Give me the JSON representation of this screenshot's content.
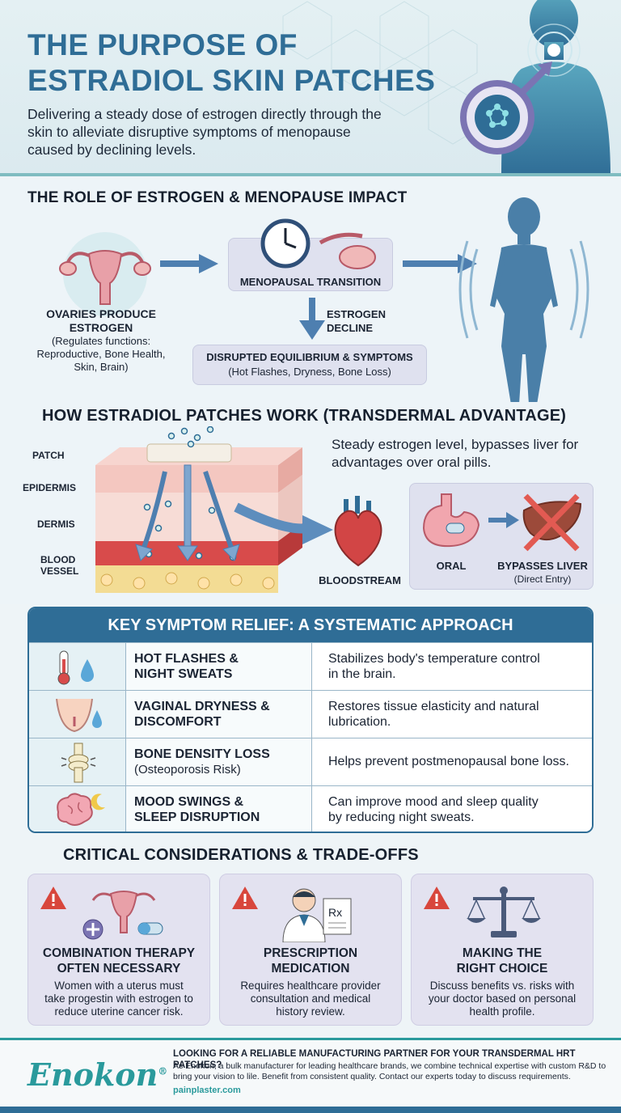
{
  "header": {
    "title": "THE PURPOSE OF ESTRADIOL SKIN PATCHES",
    "subtitle": "Delivering a steady dose of estrogen directly through the skin to alleviate disruptive symptoms of menopause caused by declining levels."
  },
  "role_section": {
    "title": "THE ROLE OF ESTROGEN & MENOPAUSE IMPACT",
    "ovaries_label": "OVARIES PRODUCE ESTROGEN",
    "ovaries_desc": "(Regulates functions: Reproductive, Bone Health, Skin, Brain)",
    "transition_label": "MENOPAUSAL TRANSITION",
    "decline_label": "ESTROGEN DECLINE",
    "disrupted_label": "DISRUPTED EQUILIBRIUM & SYMPTOMS",
    "disrupted_desc": "(Hot Flashes, Dryness, Bone Loss)"
  },
  "patch_section": {
    "title": "HOW ESTRADIOL PATCHES WORK (TRANSDERMAL ADVANTAGE)",
    "layers": [
      "PATCH",
      "EPIDERMIS",
      "DERMIS",
      "BLOOD VESSEL"
    ],
    "bloodstream_label": "BLOODSTREAM",
    "advantage_text": "Steady estrogen level, bypasses liver for advantages over oral pills.",
    "oral_label": "ORAL",
    "bypass_label": "BYPASSES LIVER",
    "bypass_desc": "(Direct Entry)"
  },
  "relief_table": {
    "title": "KEY SYMPTOM RELIEF: A SYSTEMATIC APPROACH",
    "rows": [
      {
        "icon": "thermometer-icon",
        "name": "HOT FLASHES &\nNIGHT SWEATS",
        "sub": "",
        "desc": "Stabilizes body's temperature control\nin the brain."
      },
      {
        "icon": "pelvis-droplet-icon",
        "name": "VAGINAL DRYNESS &\nDISCOMFORT",
        "sub": "",
        "desc": "Restores tissue elasticity and natural\nlubrication."
      },
      {
        "icon": "knee-joint-icon",
        "name": "BONE DENSITY LOSS",
        "sub": "(Osteoporosis Risk)",
        "desc": "Helps prevent postmenopausal bone loss."
      },
      {
        "icon": "brain-moon-icon",
        "name": "MOOD SWINGS &\nSLEEP DISRUPTION",
        "sub": "",
        "desc": "Can improve mood and sleep quality\nby reducing night sweats."
      }
    ]
  },
  "considerations": {
    "title": "CRITICAL CONSIDERATIONS & TRADE-OFFS",
    "cards": [
      {
        "icon": "uterus-pills-icon",
        "title": "COMBINATION THERAPY\nOFTEN NECESSARY",
        "desc": "Women with a uterus must\ntake progestin with estrogen to\nreduce uterine cancer risk."
      },
      {
        "icon": "doctor-prescription-icon",
        "title": "PRESCRIPTION\nMEDICATION",
        "desc": "Requires healthcare provider\nconsultation and medical\nhistory review."
      },
      {
        "icon": "scales-icon",
        "title": "MAKING THE\nRIGHT CHOICE",
        "desc": "Discuss benefits vs. risks with\nyour doctor based on personal\nhealth profile."
      }
    ]
  },
  "footer": {
    "brand": "Enokon",
    "headline": "LOOKING FOR A RELIABLE MANUFACTURING PARTNER FOR YOUR TRANSDERMAL HRT PATCHES?",
    "text": "As Enokon, a bulk manufacturer for leading healthcare brands, we combine technical expertise with custom R&D to bring your vision to lile. Benefit from consistent quality. Contact our experts today to discuss requirements.",
    "link": "painplaster.com"
  },
  "colors": {
    "primary_blue": "#2f6d96",
    "teal": "#2a9a9c",
    "lavender": "#e3e2f0",
    "warning_red": "#d8463c"
  }
}
